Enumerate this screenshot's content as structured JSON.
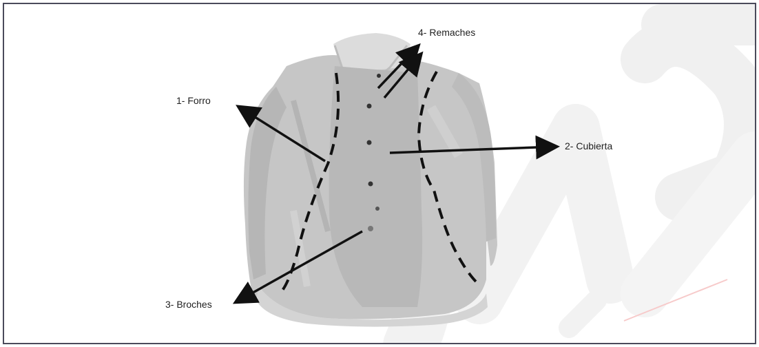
{
  "labels": {
    "forro": "1- Forro",
    "cubierta": "2- Cubierta",
    "broches": "3- Broches",
    "remaches": "4- Remaches"
  },
  "colors": {
    "border": "#4a4a5a",
    "garment": "#c9c9c9",
    "garment_shadow": "#a9a9a9",
    "arrow": "#111111",
    "watermark": "#f2f2f2",
    "watermark_accent": "#f7caca"
  }
}
